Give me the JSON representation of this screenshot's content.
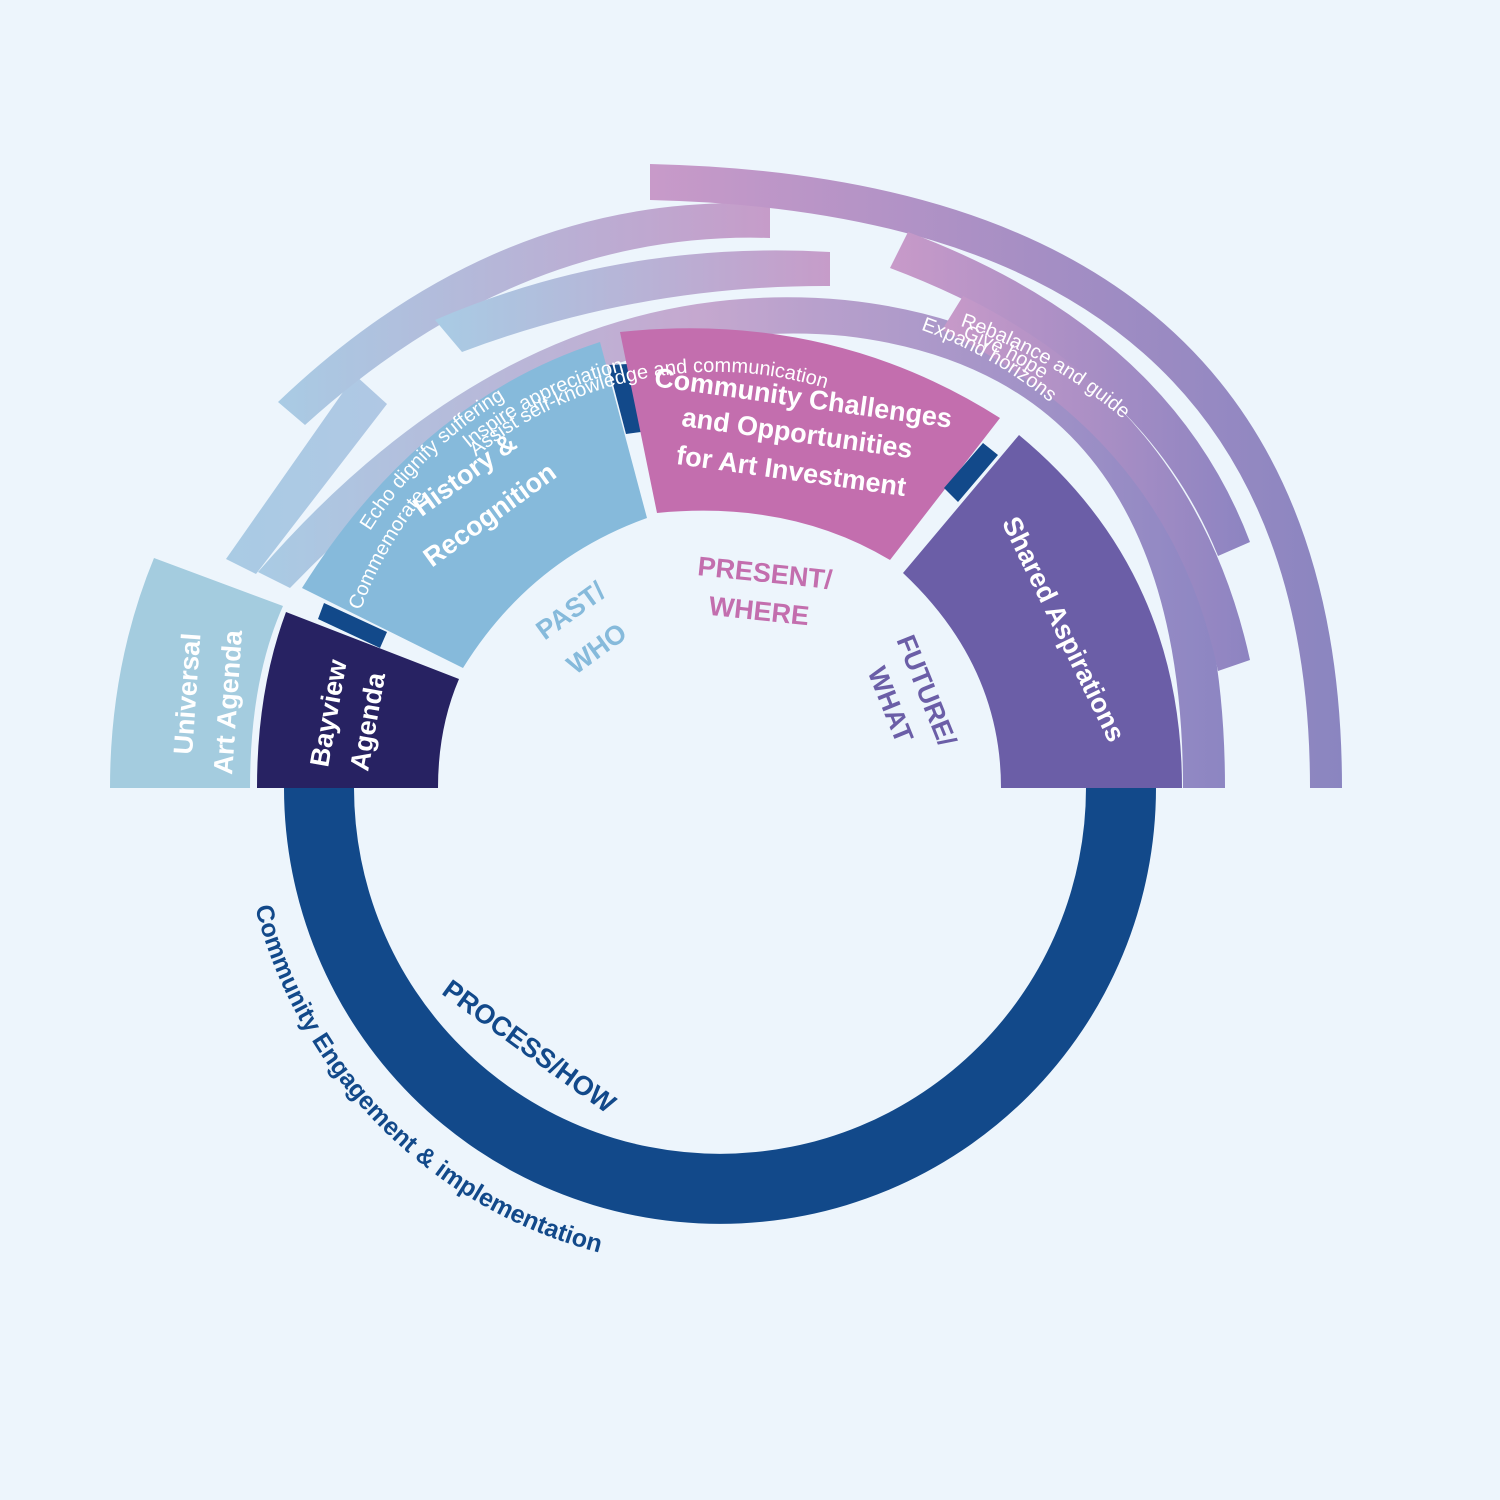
{
  "colors": {
    "background": "#edf5fc",
    "process_ring": "#12498a",
    "bayview": "#272262",
    "universal": "#a4ccdf",
    "history": "#86badb",
    "present": "#c36eae",
    "future": "#6b5ea7",
    "connector": "#12498a",
    "past_text": "#86badb",
    "present_text": "#c36eae",
    "future_text": "#6b5ea7",
    "process_text": "#12498a",
    "arc_light": "#abc9e3",
    "arc_pink": "#c998c8",
    "arc_lavender": "#b7a9d4",
    "arc_purple": "#8d84c1"
  },
  "segments": {
    "universal_art_agenda": {
      "line1": "Universal",
      "line2": "Art Agenda"
    },
    "bayview_agenda": {
      "line1": "Bayview",
      "line2": "Agenda"
    },
    "history_recognition": {
      "line1": "History &",
      "line2": "Recognition"
    },
    "community_challenges": {
      "line1": "Community Challenges",
      "line2": "and Opportunities",
      "line3": "for Art Investment"
    },
    "shared_aspirations": {
      "label": "Shared Aspirations"
    }
  },
  "orientations": {
    "past": {
      "line1": "PAST/",
      "line2": "WHO"
    },
    "present": {
      "line1": "PRESENT/",
      "line2": "WHERE"
    },
    "future": {
      "line1": "FUTURE/",
      "line2": "WHAT"
    },
    "process": {
      "label": "PROCESS/HOW"
    }
  },
  "outer_arcs": {
    "commemorate": "Commemorate",
    "echo_dignify_suffering": "Echo dignify suffering",
    "inspire_appreciation": "Inspire appreciation",
    "assist_self_knowledge": "Assist self-knowledge and communication",
    "rebalance_and_guide": "Rebalance and guide",
    "give_hope": "Give hope",
    "expand_horizons": "Expand horizons"
  },
  "ring_caption": "Community Engagement & implementation"
}
